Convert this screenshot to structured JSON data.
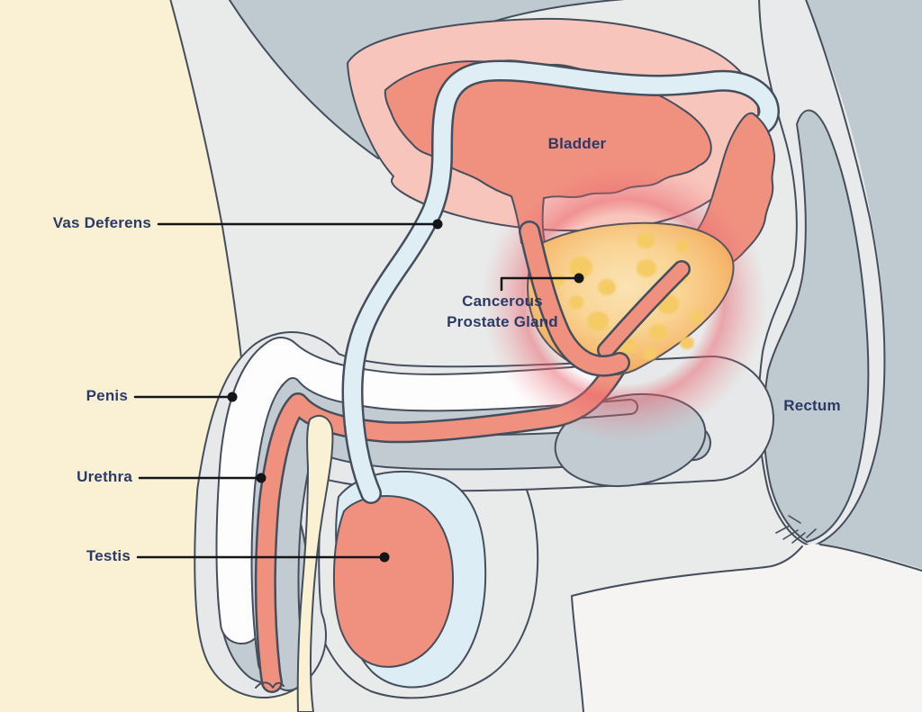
{
  "illustration": {
    "subject": "male-pelvis-sagittal-anatomy-with-cancerous-prostate",
    "labels": {
      "bladder": "Bladder",
      "vas_deferens": "Vas Deferens",
      "cancerous_prostate_line1": "Cancerous",
      "cancerous_prostate_line2": "Prostate Gland",
      "penis": "Penis",
      "urethra": "Urethra",
      "testis": "Testis",
      "rectum": "Rectum"
    },
    "colors": {
      "background_cream": "#FAF0D3",
      "body_light_gray": "#E9EAEA",
      "cavity_blue_gray": "#BFC9D0",
      "inner_blue_gray": "#C2CBD2",
      "outline_dark": "#454E5C",
      "bladder_outer_pink": "#F8C5BD",
      "organ_salmon": "#F0917F",
      "tube_light_blue": "#DFEDF5",
      "prostate_edge_orange": "#F0A159",
      "prostate_center": "#FBE3B4",
      "nodule_yellow": "#F5CB66",
      "glow_pink": "#E95F69",
      "corpus_white": "#FDFDFE",
      "bottom_white": "#F5F4F2",
      "colon_wall_light": "#E9EAEB",
      "label_navy": "#2B3A66",
      "leader_black": "#141519"
    }
  }
}
